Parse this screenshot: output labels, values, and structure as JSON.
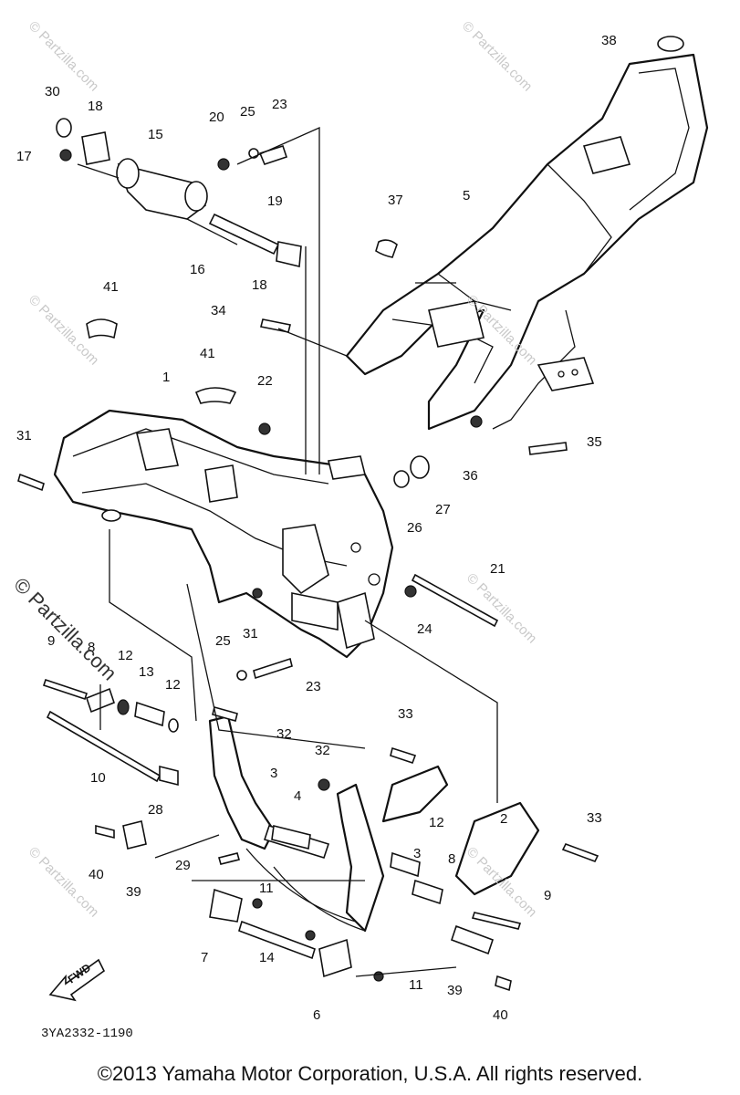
{
  "callouts": {
    "c1": "1",
    "c2": "2",
    "c3": "3",
    "c3b": "3",
    "c4": "4",
    "c5": "5",
    "c6": "6",
    "c7": "7",
    "c8": "8",
    "c8b": "8",
    "c9": "9",
    "c9b": "9",
    "c10": "10",
    "c11": "11",
    "c11b": "11",
    "c12": "12",
    "c12b": "12",
    "c12c": "12",
    "c13": "13",
    "c14": "14",
    "c15": "15",
    "c16": "16",
    "c17": "17",
    "c18": "18",
    "c18b": "18",
    "c19": "19",
    "c20": "20",
    "c21": "21",
    "c22": "22",
    "c23": "23",
    "c23b": "23",
    "c24": "24",
    "c25": "25",
    "c25b": "25",
    "c26": "26",
    "c27": "27",
    "c28": "28",
    "c29": "29",
    "c30": "30",
    "c31": "31",
    "c31b": "31",
    "c32": "32",
    "c32b": "32",
    "c33": "33",
    "c33b": "33",
    "c34": "34",
    "c35": "35",
    "c36": "36",
    "c37": "37",
    "c38": "38",
    "c39": "39",
    "c39b": "39",
    "c40": "40",
    "c40b": "40",
    "c41": "41",
    "c41b": "41"
  },
  "watermark": "© Partzilla.com",
  "fwd_label": "FWD",
  "part_code": "3YA2332-1190",
  "copyright": "©2013 Yamaha Motor Corporation, U.S.A. All rights reserved."
}
